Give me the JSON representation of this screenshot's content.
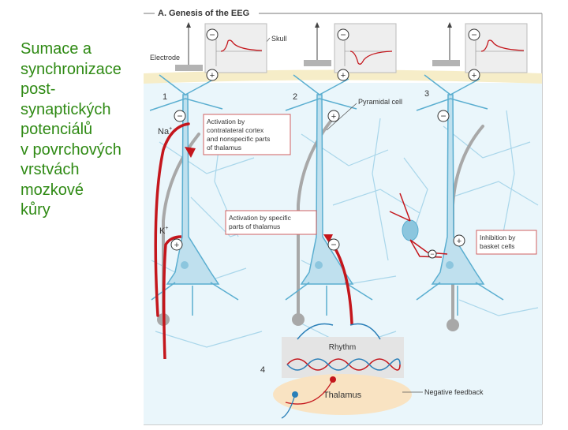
{
  "slide": {
    "text_lines": [
      "Sumace a",
      "synchronizace",
      "post-",
      "synaptických",
      "potenciálů",
      "v povrchových",
      "vrstvách",
      "mozkové",
      "kůry"
    ]
  },
  "figure": {
    "title": "A. Genesis of the EEG",
    "labels": {
      "skull": "Skull",
      "electrode": "Electrode",
      "pyramidal": "Pyramidal cell",
      "na": "Na",
      "na_sup": "+",
      "k": "K",
      "k_sup": "+",
      "rhythm": "Rhythm",
      "thalamus": "Thalamus",
      "negative_feedback": "Negative feedback",
      "plus": "+",
      "minus": "−"
    },
    "panel_numbers": [
      "1",
      "2",
      "3",
      "4"
    ],
    "boxes": {
      "activation1": [
        "Activation by",
        "contralateral cortex",
        "and nonspecific parts",
        "of thalamus"
      ],
      "activation2": [
        "Activation by specific",
        "parts of thalamus"
      ],
      "inhibition": [
        "Inhibition by",
        "basket cells"
      ]
    }
  },
  "colors": {
    "slide_text": "#2f8a14",
    "neuron": "#5aaed0",
    "cortex": "#eaf6fb",
    "skull": "#f6edc8",
    "red": "#c4161c",
    "gray": "#9a9a9a"
  }
}
